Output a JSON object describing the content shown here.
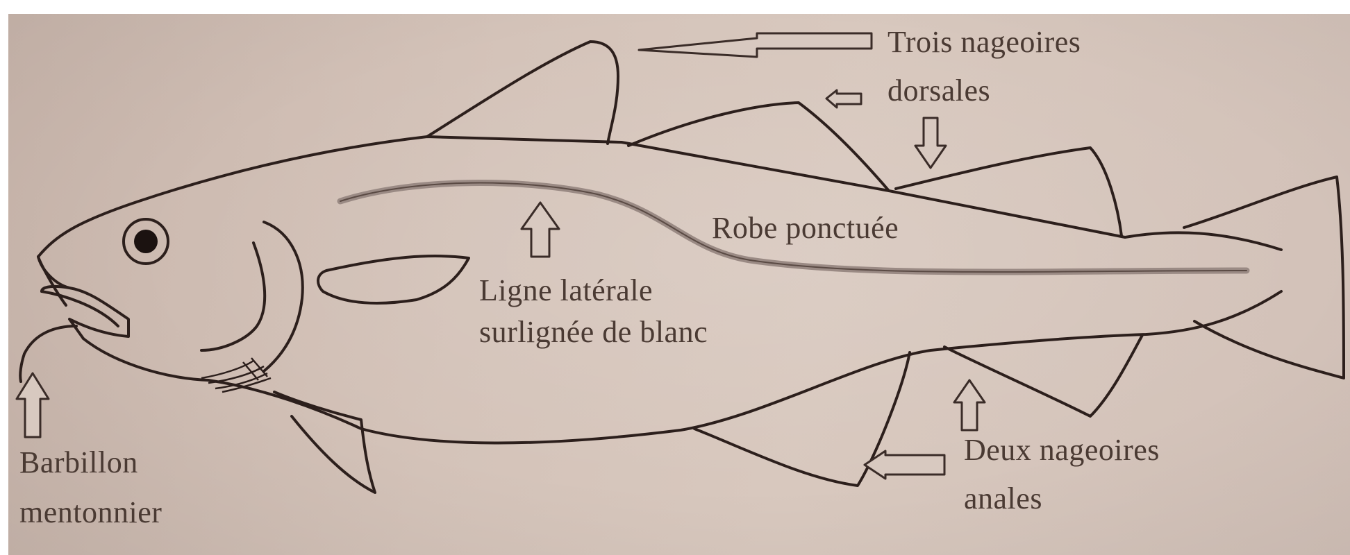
{
  "colors": {
    "paper": "#d4c3b9",
    "ink": "#2c1f1c",
    "lateral_line": "#9a8a84",
    "label_text": "#4a3a33"
  },
  "labels": {
    "dorsal_fins_line1": "Trois nageoires",
    "dorsal_fins_line2": "dorsales",
    "spotted_coat": "Robe ponctuée",
    "lateral_line_line1": "Ligne latérale",
    "lateral_line_line2": "surlignée de blanc",
    "barbel_line1": "Barbillon",
    "barbel_line2": "mentonnier",
    "anal_fins_line1": "Deux nageoires",
    "anal_fins_line2": "anales"
  }
}
